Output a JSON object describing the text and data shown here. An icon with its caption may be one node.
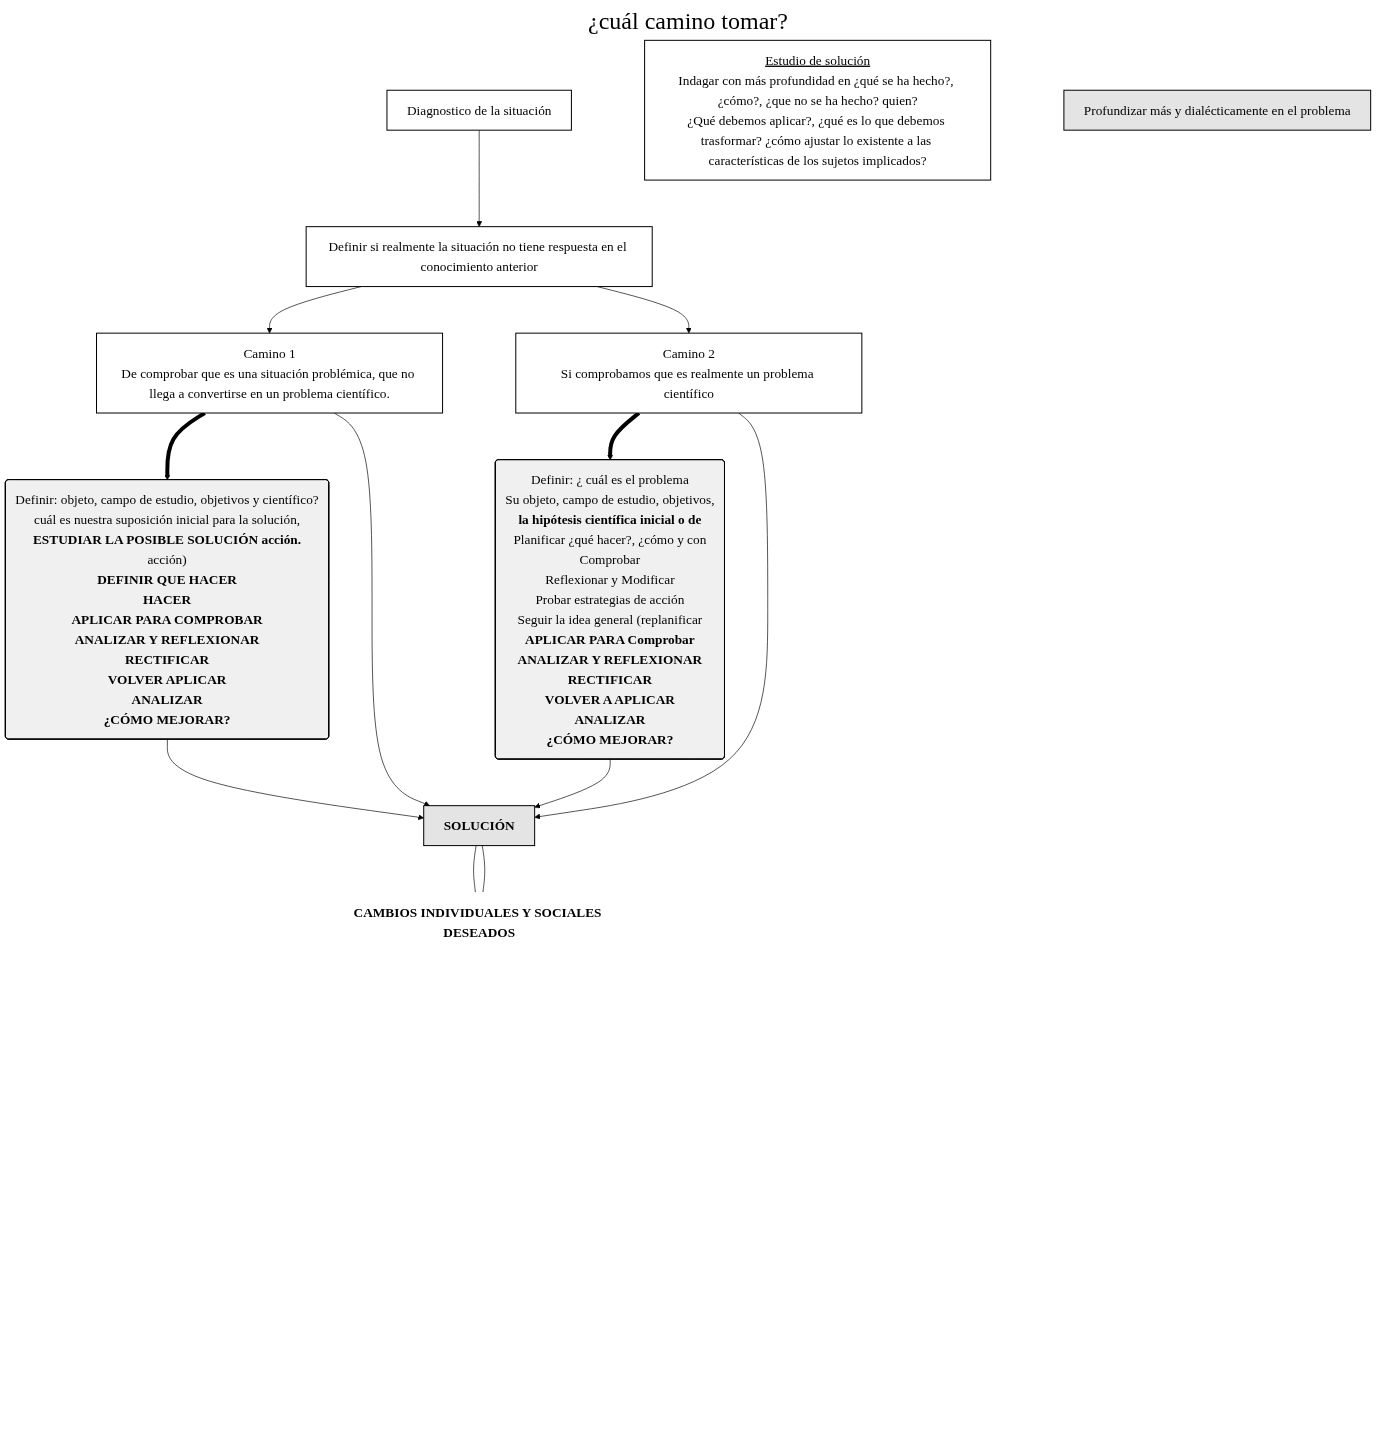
{
  "diagram": {
    "nodes": [
      {
        "text": [
          "Diagnostico de la situación"
        ]
      },
      {
        "text": [
          "Definir si realmente la situación no tiene respuesta en el conocimiento anterior"
        ]
      },
      {
        "text": [
          "Camino 1",
          "De comprobar que es una situación problémica, que no llega a convertirse en un problema científico."
        ]
      },
      {
        "text": [
          "Camino 2",
          "Si comprobamos que es realmente un problema científico"
        ]
      },
      {
        "text": [
          "Definir: objeto, campo de estudio, objetivos y científico?",
          "cuál es nuestra suposición inicial para la solución,",
          "ESTUDIAR LA POSIBLE SOLUCIÓN acción.",
          "acción)",
          "DEFINIR QUE HACER",
          "HACER",
          "APLICAR PARA COMPROBAR",
          "ANALIZAR Y REFLEXIONAR",
          "RECTIFICAR",
          "VOLVER APLICAR",
          "ANALIZAR",
          "¿CÓMO MEJORAR?"
        ]
      },
      {
        "text": [
          "Estudio de solución",
          "Indagar con más profundidad en ¿qué se ha hecho?, ¿cómo?, ¿que no se ha hecho? quien?",
          "¿Qué debemos aplicar?, ¿qué es lo que debemos trasformar? ¿cómo ajustar lo existente a las características de los sujetos implicados?"
        ]
      },
      {
        "text": [
          "Definir: ¿ cuál es el problema",
          "Su objeto, campo de estudio, objetivos,",
          "la hipótesis científica inicial o de",
          "Planificar ¿qué hacer?, ¿cómo y con",
          "Comprobar",
          "Reflexionar y Modificar",
          "Probar estrategias de acción",
          "Seguir la idea general (replanificar",
          "APLICAR PARA Comprobar",
          "ANALIZAR Y REFLEXIONAR",
          "RECTIFICAR",
          "VOLVER A APLICAR",
          "ANALIZAR",
          "¿CÓMO MEJORAR?"
        ]
      },
      {
        "text": [
          "Profundizar más y dialécticamente en el problema"
        ]
      },
      {
        "text": [
          "SOLUCIÓN"
        ]
      },
      {
        "text": [
          "CAMBIOS INDIVIDUALES Y SOCIALES DESEADOS"
        ]
      }
    ],
    "edges": [
      {
        "from": 0,
        "to": 1,
        "arrow": "to"
      },
      {
        "from": 1,
        "to": 2,
        "arrow": "to"
      },
      {
        "from": 1,
        "to": 3,
        "arrow": "to"
      },
      {
        "from": 2,
        "to": 4,
        "arrow": "to",
        "style": "thick"
      },
      {
        "from": 3,
        "to": 6,
        "arrow": "to",
        "style": "thick"
      },
      {
        "from": 2,
        "to": 8,
        "arrow": "to"
      },
      {
        "from": 3,
        "to": 8,
        "arrow": "to"
      },
      {
        "from": 4,
        "to": 8,
        "arrow": "to"
      },
      {
        "from": 6,
        "to": 8,
        "arrow": "to"
      },
      {
        "from": 8,
        "to": 9,
        "arrow": "none"
      },
      {
        "from": 8,
        "to": 9,
        "arrow": "none"
      }
    ],
    "labels": [
      "¿cuál camino tomar?"
    ]
  }
}
